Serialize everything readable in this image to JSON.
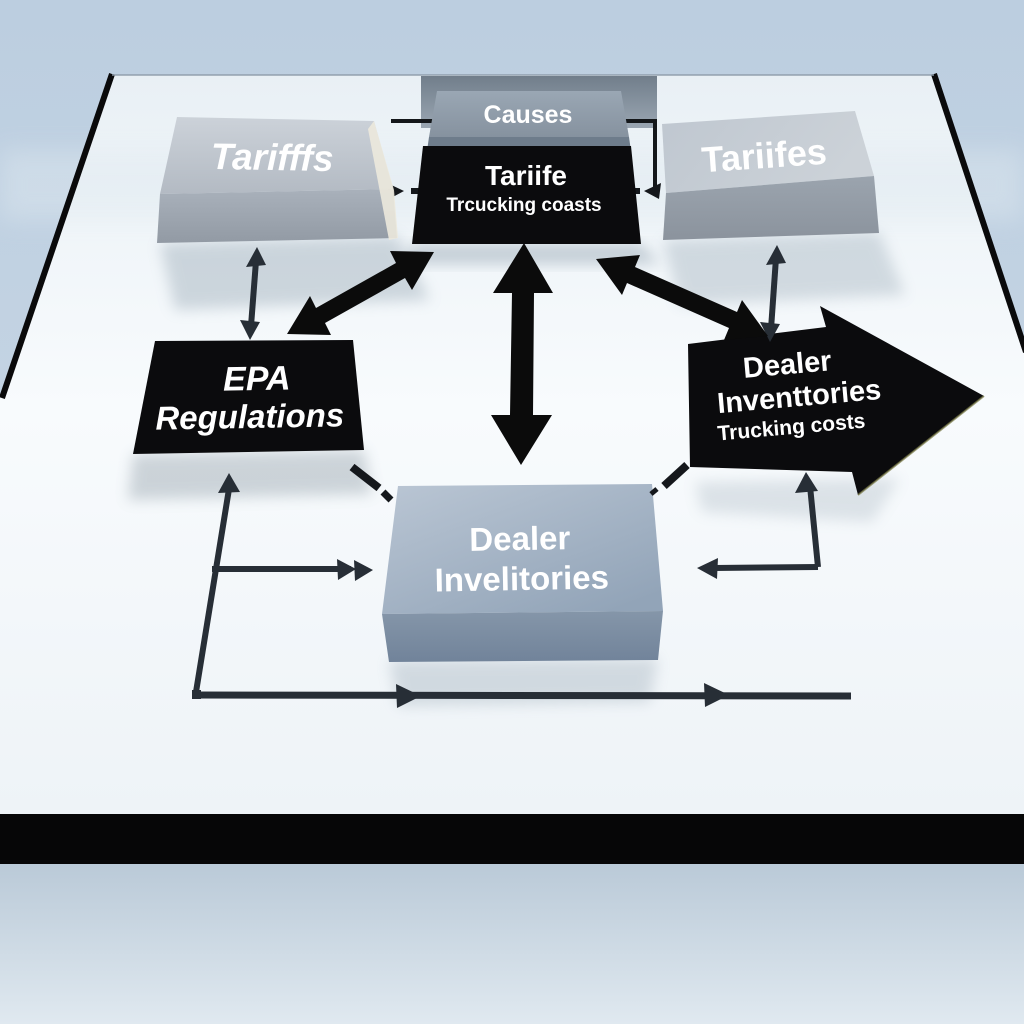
{
  "title": "3D causal relationship diagram",
  "nodes": {
    "tariffs_left": {
      "label": "Tarifffs"
    },
    "causes_bar": {
      "label": "Causes"
    },
    "tariffs_center": {
      "line1": "Tariife",
      "line2": "Trcucking coasts"
    },
    "tariffs_right": {
      "label": "Tariifes"
    },
    "epa": {
      "line1": "EPA",
      "line2": "Regulations"
    },
    "dealer_arrow": {
      "line1": "Dealer",
      "line2": "Inventtories",
      "line3": "Trucking costs"
    },
    "dealer_bottom": {
      "line1": "Dealer",
      "line2": "Invelitories"
    }
  },
  "colors": {
    "background": "#c7d5e3",
    "platform": "#f5f9fb",
    "platform_edge": "#0a0a0b",
    "front_band": "#060607",
    "box_black": "#0b0b0d",
    "arrow_thick": "#0b0b0b",
    "arrow_thin": "#272e36",
    "connector_dark": "#15181c",
    "causes_text": "#dde4eb",
    "label_white": "#ffffff"
  }
}
